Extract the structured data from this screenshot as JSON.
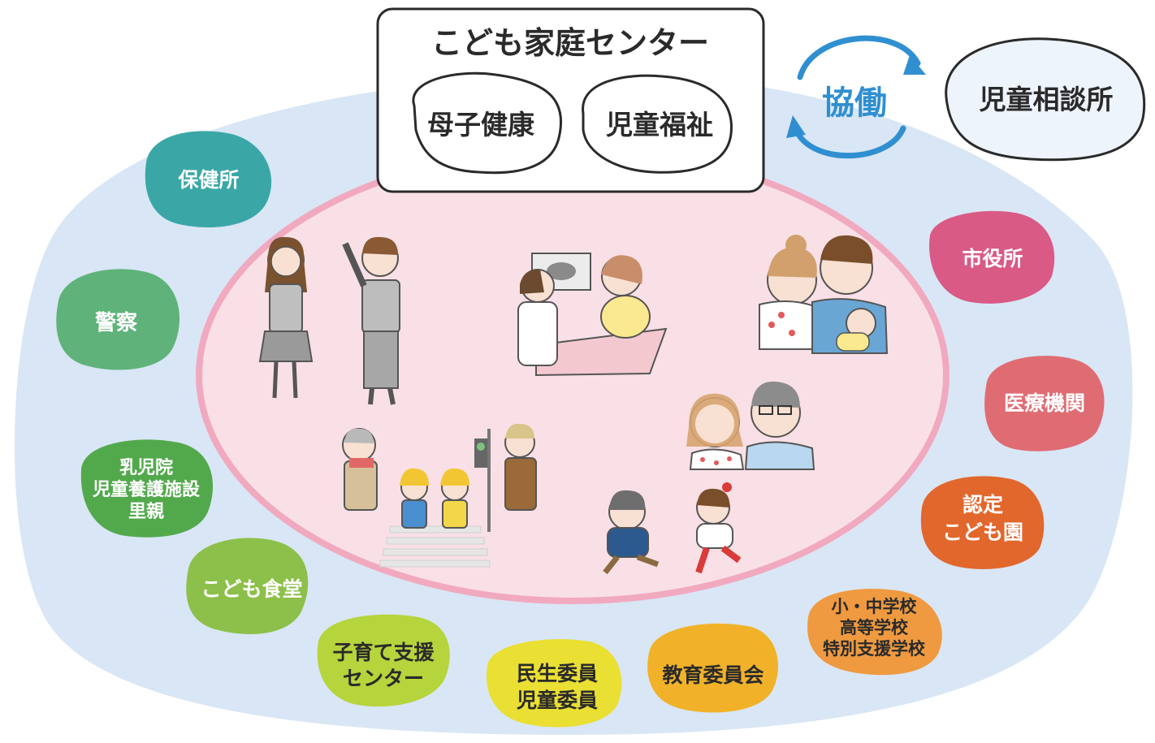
{
  "center": {
    "title": "こども家庭センター",
    "units": [
      "母子健康",
      "児童福祉"
    ]
  },
  "collaboration": {
    "label": "協働",
    "partner": "児童相談所"
  },
  "organizations": {
    "health_center": "保健所",
    "police": "警察",
    "infant_home": [
      "乳児院",
      "児童養護施設",
      "里親"
    ],
    "kids_cafeteria": "こども食堂",
    "childcare_support": [
      "子育て支援",
      "センター"
    ],
    "welfare_commissioners": [
      "民生委員",
      "児童委員"
    ],
    "board_of_education": "教育委員会",
    "schools": [
      "小・中学校",
      "高等学校",
      "特別支援学校"
    ],
    "certified_kodomoen": [
      "認定",
      "こども園"
    ],
    "medical_institutions": "医療機関",
    "city_hall": "市役所"
  },
  "colors": {
    "outer_area": "#d9e6f5",
    "inner_area": "#f9e0e6",
    "inner_border": "#f1a9bf",
    "arrow": "#2f8fd0",
    "health_center": "#3aa7a6",
    "police": "#5fb37a",
    "infant_home": "#52a94c",
    "kids_cafeteria": "#8cc04a",
    "childcare_support": "#b6d43c",
    "welfare_commissioners": "#eadf33",
    "board_of_education": "#f1b22a",
    "schools": "#ef9a40",
    "certified_kodomoen": "#e2672d",
    "medical_institutions": "#e06c73",
    "city_hall": "#d95a85"
  },
  "illustrations": [
    "students-illustration",
    "ultrasound-exam-illustration",
    "parents-with-baby-illustration",
    "grandparents-illustration",
    "school-crossing-illustration",
    "running-children-illustration"
  ]
}
